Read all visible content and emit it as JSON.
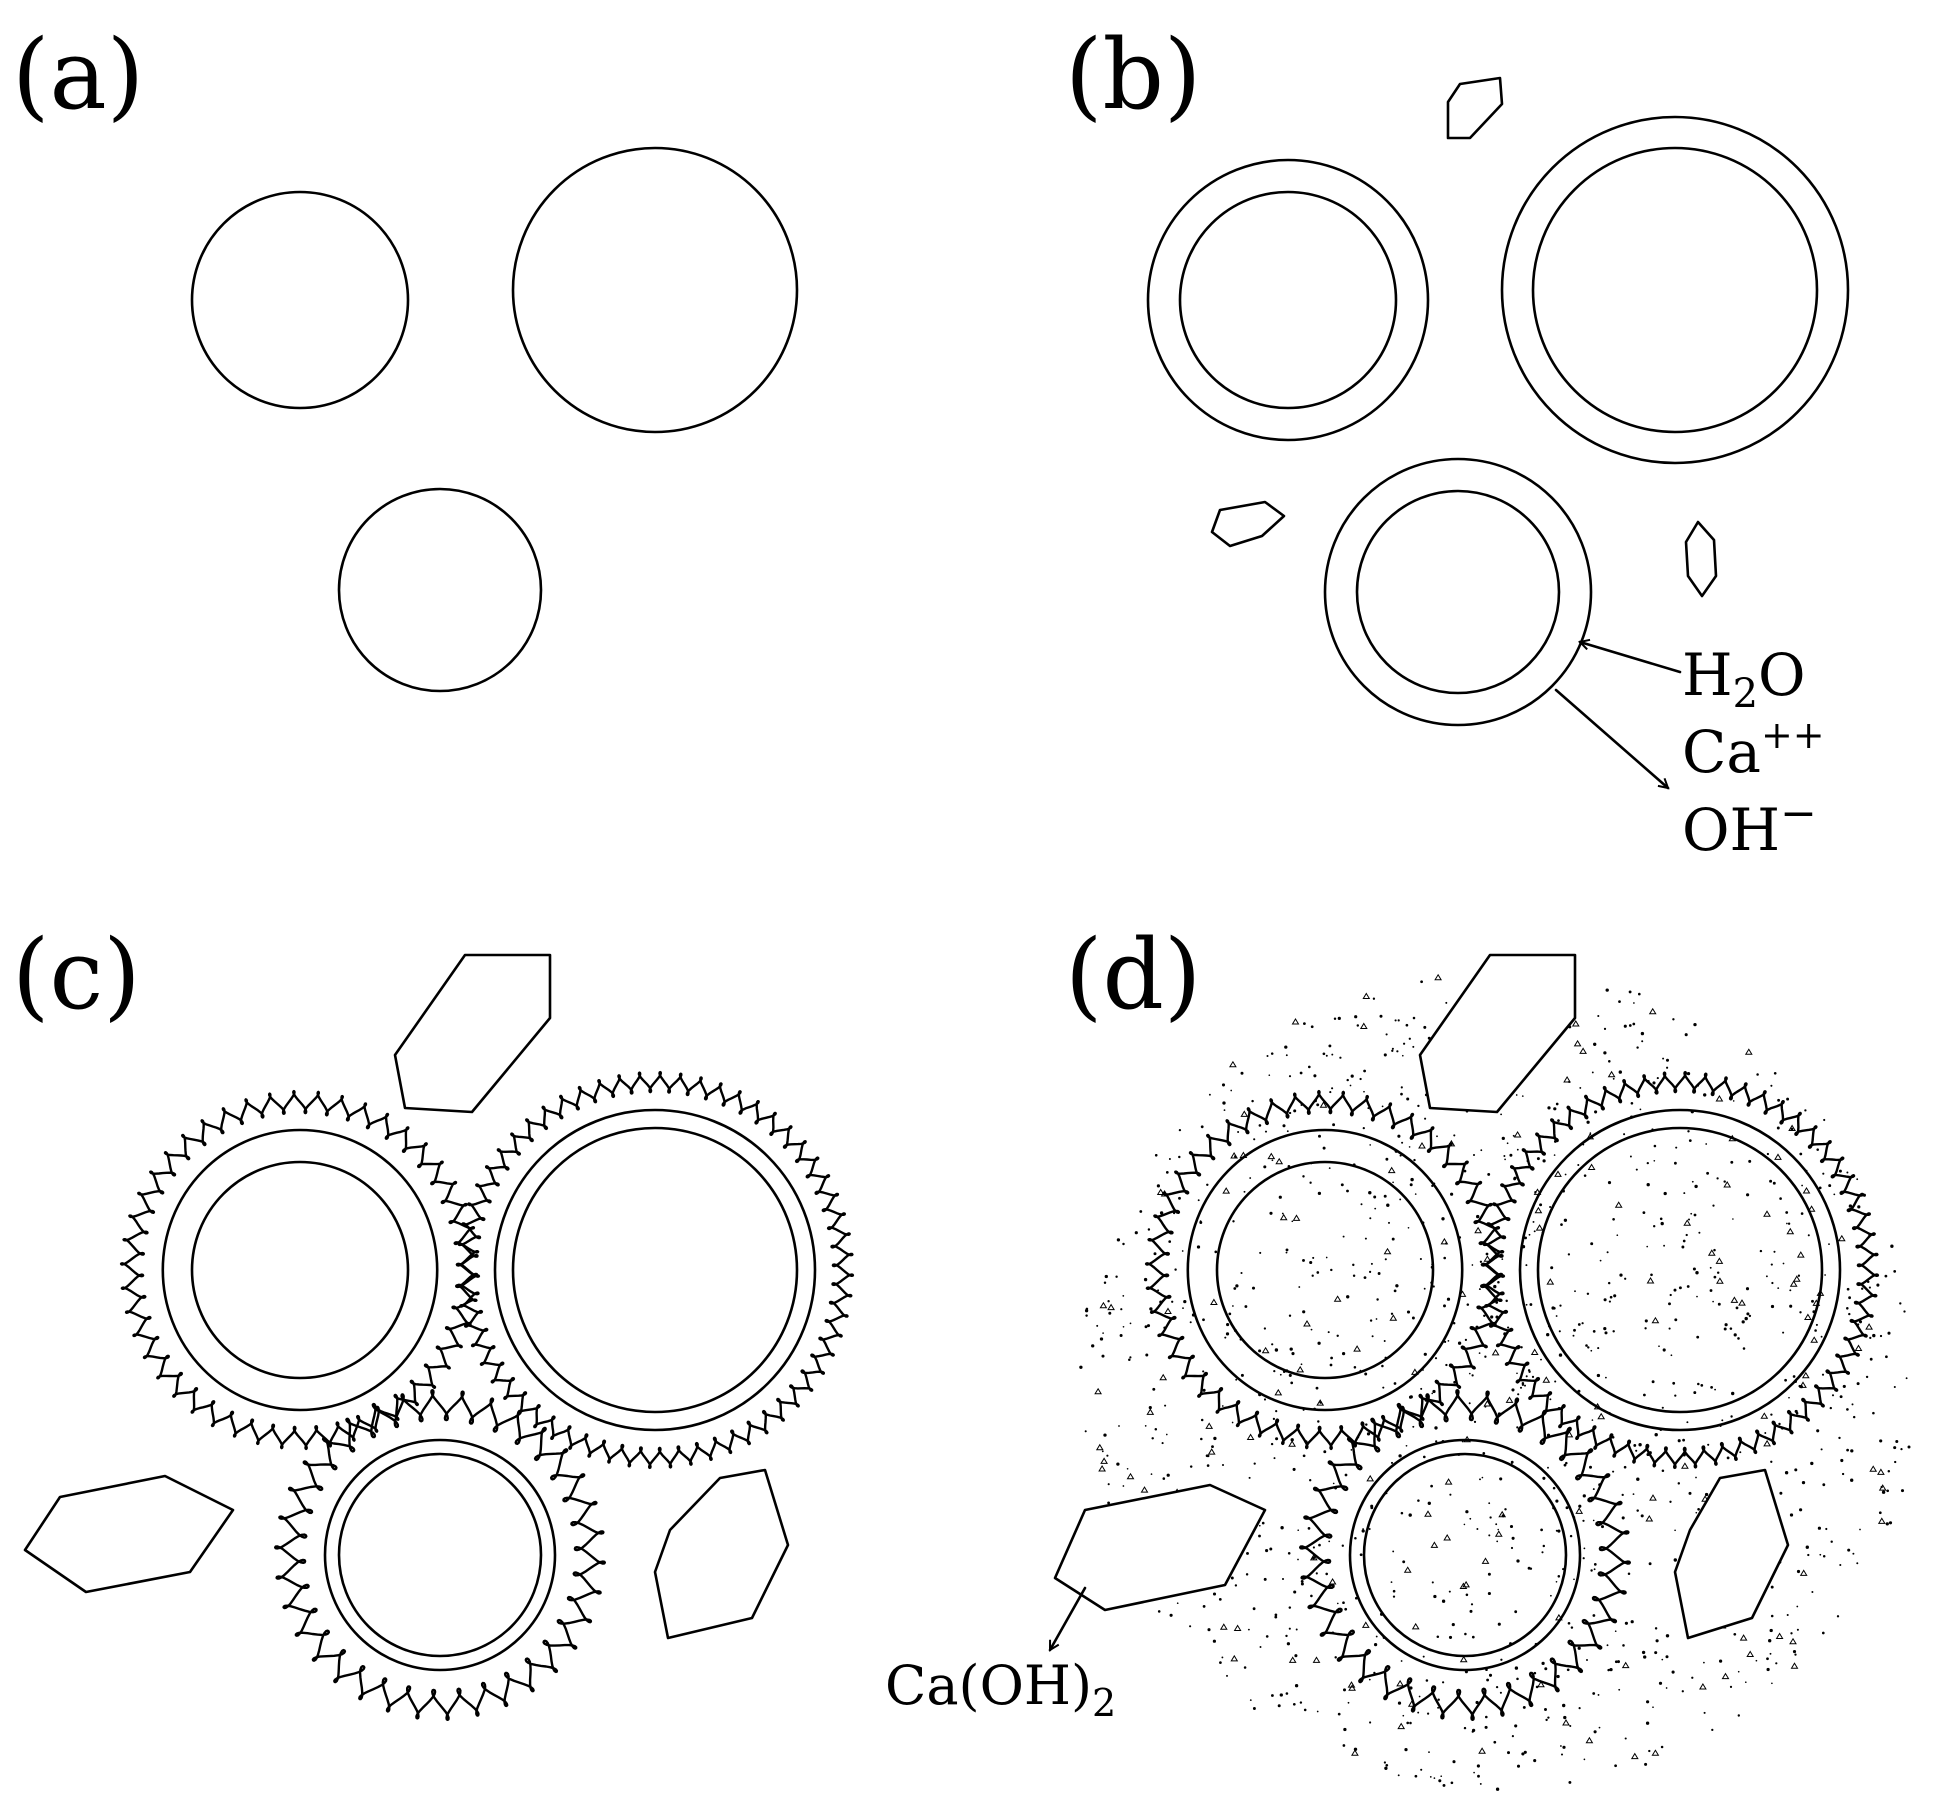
{
  "panels": {
    "a": {
      "label": "(a)"
    },
    "b": {
      "label": "(b)",
      "annotation": {
        "h2o": {
          "base": "H",
          "sub": "2",
          "tail": "O"
        },
        "ca": {
          "base": "Ca",
          "sup": "++"
        },
        "oh": {
          "base": "OH",
          "sup": "−"
        }
      }
    },
    "c": {
      "label": "(c)"
    },
    "d": {
      "label": "(d)",
      "annotation": {
        "caoh2": {
          "base": "Ca(OH)",
          "sub": "2"
        }
      }
    }
  },
  "colors": {
    "stroke": "#000000",
    "background": "#ffffff"
  }
}
